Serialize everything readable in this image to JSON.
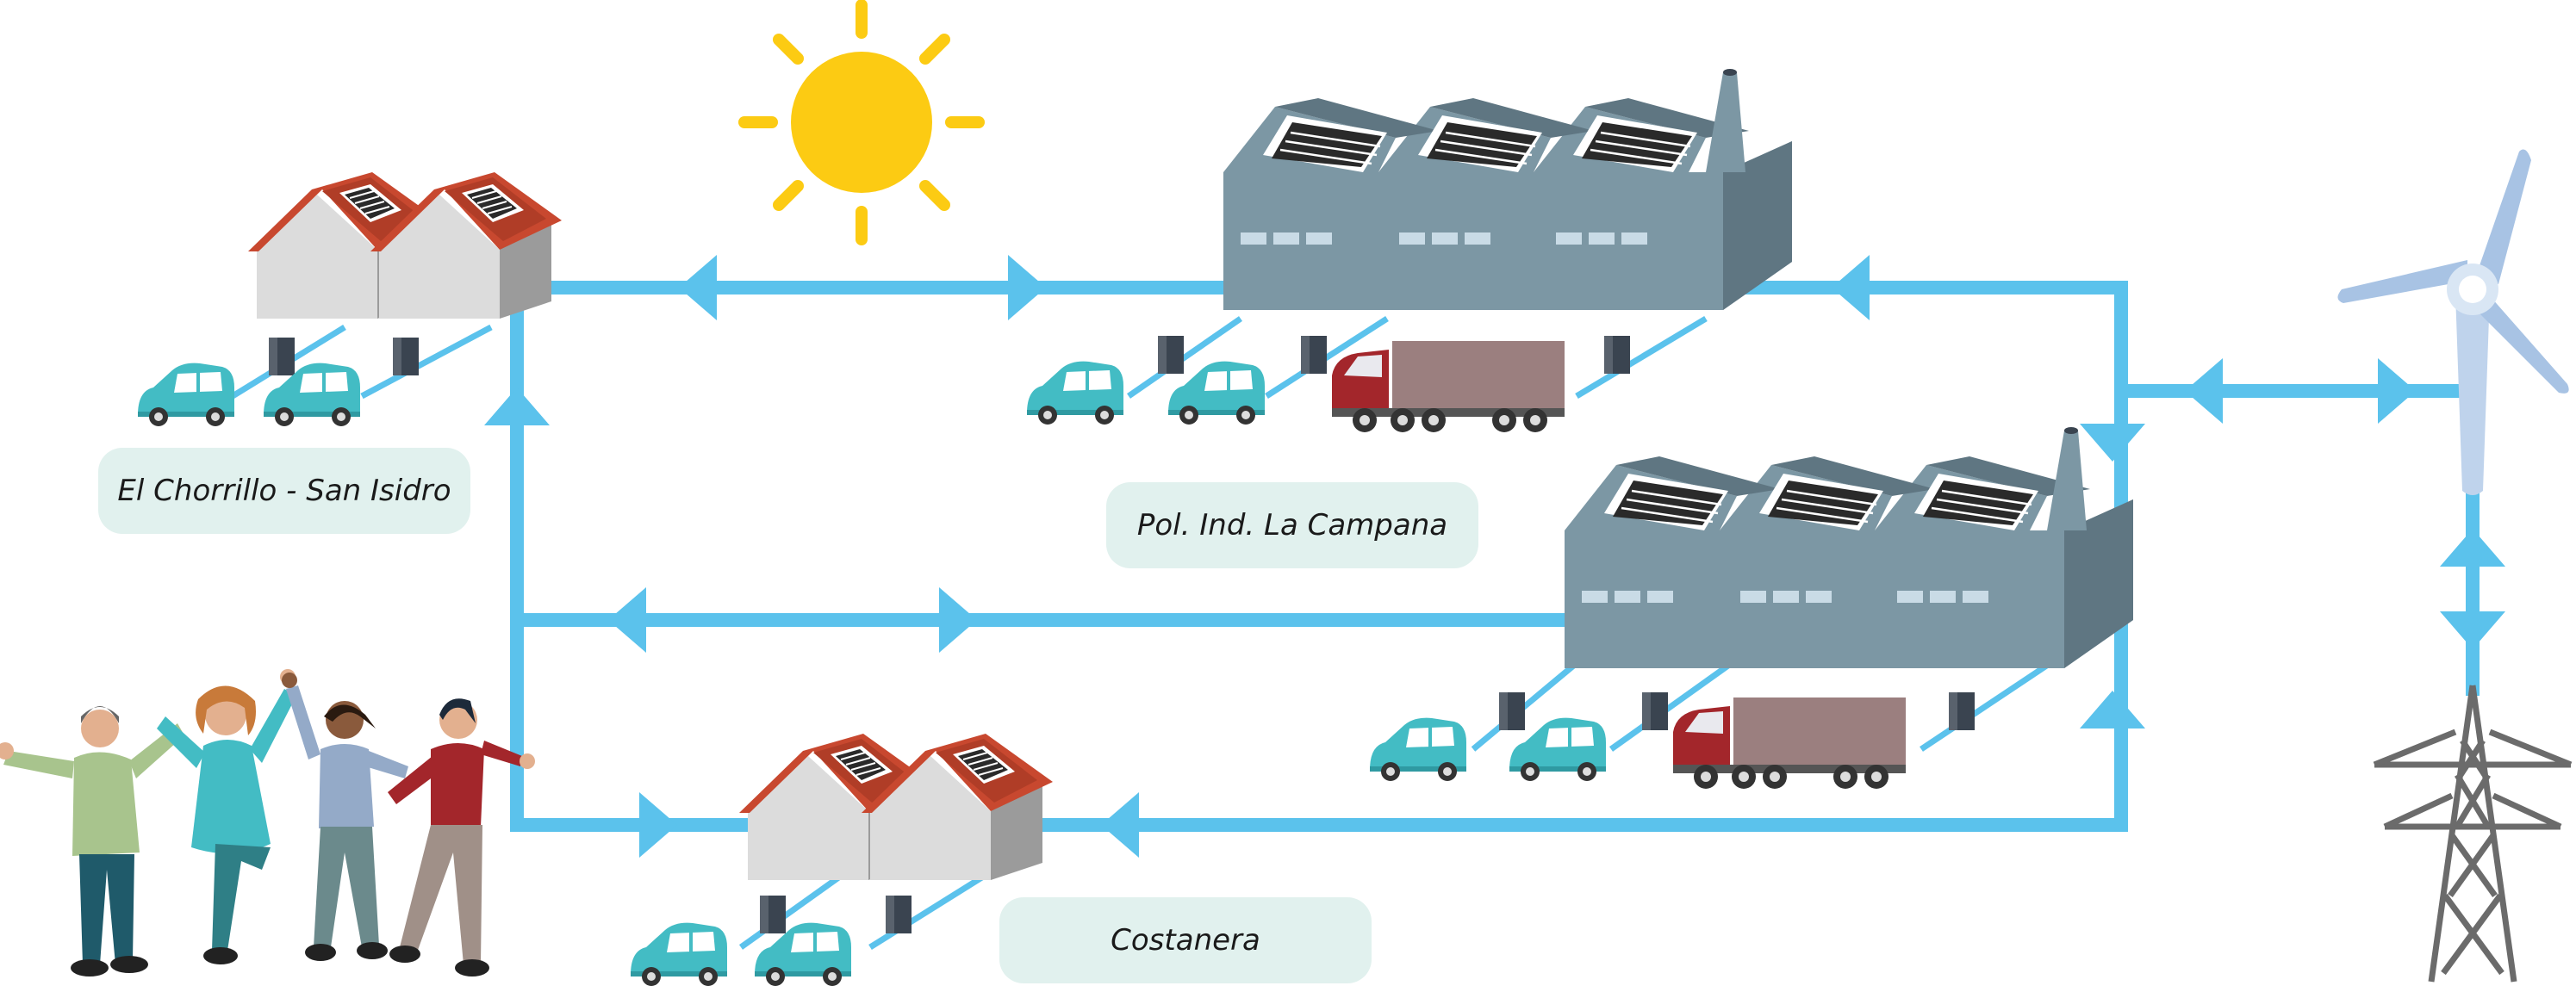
{
  "labels": {
    "residential_north": "El Chorrillo - San Isidro",
    "industrial": "Pol. Ind. La Campana",
    "residential_south": "Costanera"
  },
  "colors": {
    "network_line": "#5bc2ec",
    "label_background": "#e1f1ee",
    "sun": "#fccb13",
    "factory_body": "#7c97a4",
    "solar_panel": "#2a2a2a",
    "house_roof": "#c8482f",
    "car_body": "#43bcc4",
    "truck_cab": "#a3262b",
    "truck_cargo": "#9b7f7f",
    "wind_turbine": "#a8c3e4",
    "pylon": "#6b6b6b"
  },
  "icons": [
    "sun-icon",
    "house-icon",
    "factory-icon",
    "electric-car-icon",
    "charger-icon",
    "truck-icon",
    "wind-turbine-icon",
    "power-pylon-icon",
    "people-icon",
    "arrow-icon"
  ]
}
